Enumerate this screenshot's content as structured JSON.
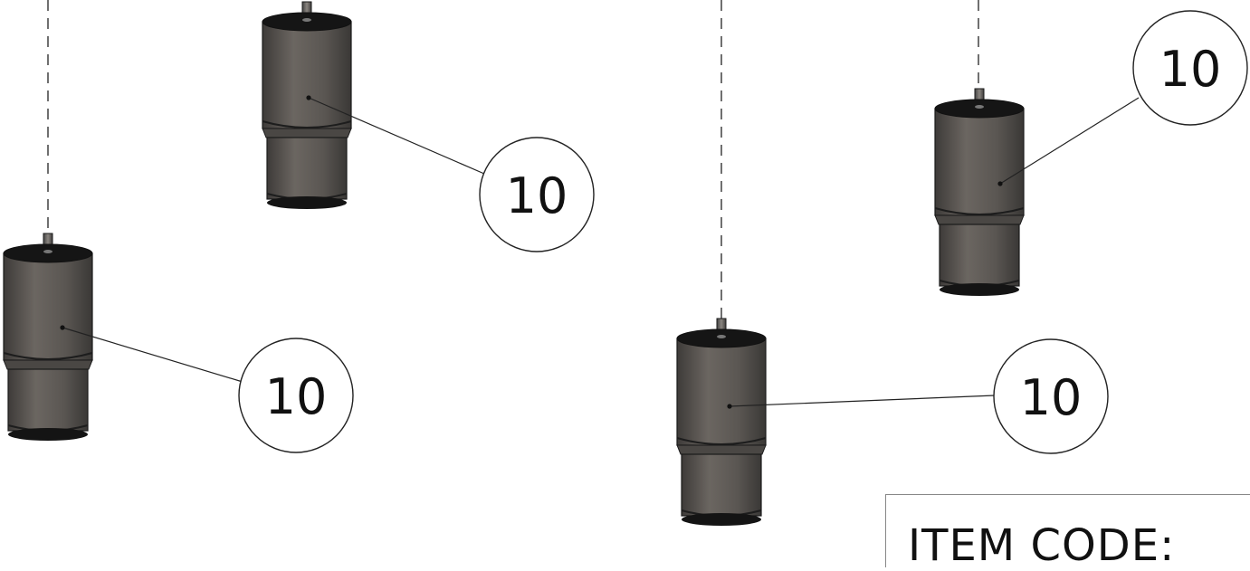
{
  "balloons": [
    {
      "id": "b1",
      "label": "10"
    },
    {
      "id": "b2",
      "label": "10"
    },
    {
      "id": "b3",
      "label": "10"
    },
    {
      "id": "b4",
      "label": "10"
    }
  ],
  "title_block": {
    "item_code_label": "ITEM CODE:"
  },
  "colors": {
    "part_body": "#5f5b57",
    "part_dark": "#1a1a1a",
    "line": "#222222"
  }
}
